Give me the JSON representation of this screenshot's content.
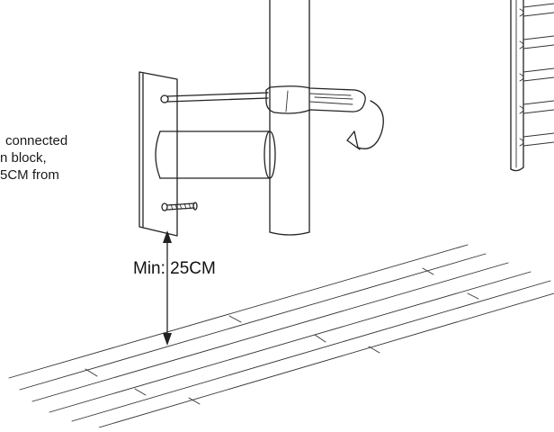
{
  "note": {
    "lines": [
      "connected",
      "n block,",
      "5CM from"
    ]
  },
  "dimension": {
    "label": "Min: 25CM"
  },
  "colors": {
    "line": "#222222",
    "background": "#ffffff"
  },
  "icons": [
    "screwdriver-icon",
    "rotation-arrow-icon",
    "screw-icon",
    "wall-bracket-icon",
    "towel-rail-icon"
  ]
}
